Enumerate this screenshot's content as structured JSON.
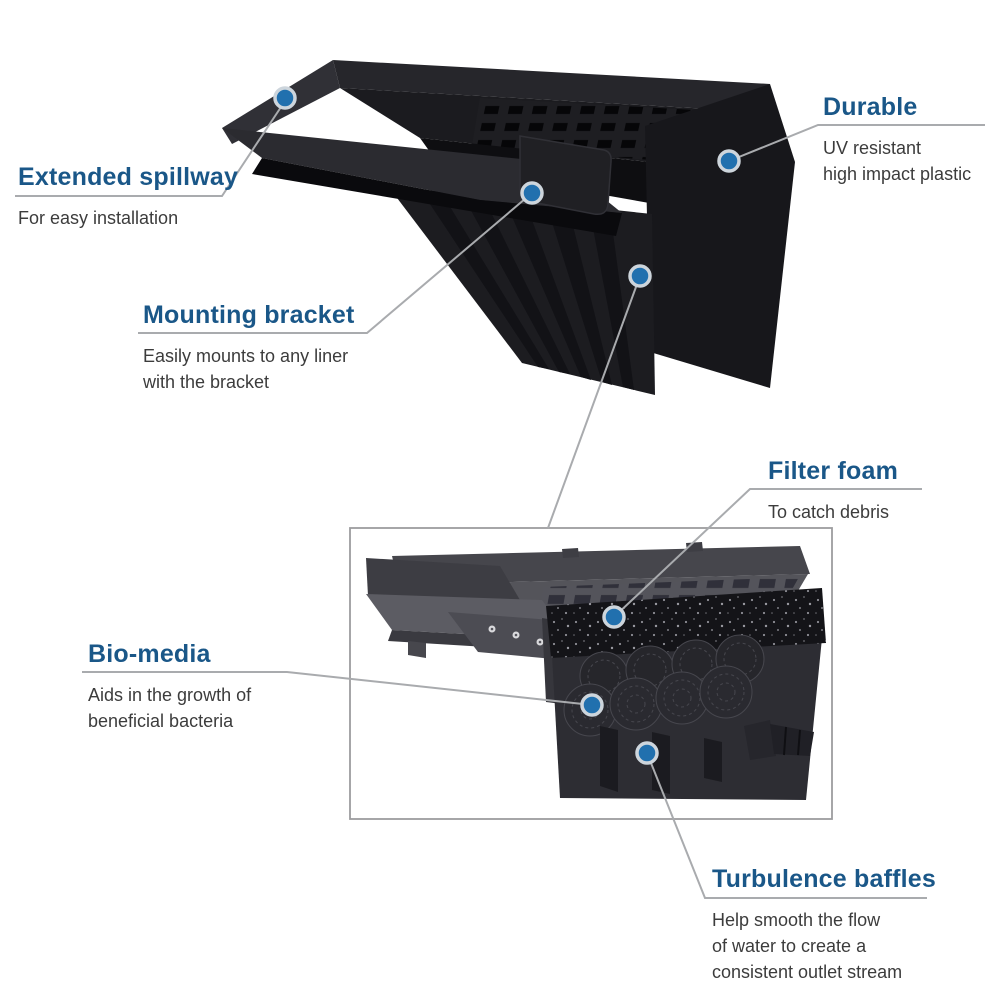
{
  "page": {
    "background": "#ffffff",
    "description_of_image": "Product feature diagram of a black pond waterfall spillway filter with an exterior photo view and a cutaway detail view connected by callout lines"
  },
  "colors": {
    "title_blue": "#1a5788",
    "desc_gray": "#3c3c3c",
    "line_gray": "#a9abae",
    "dot_blue": "#2170ae",
    "dot_ring": "#cdd5dc",
    "box_border": "#9c9c9e",
    "page_bg": "#ffffff"
  },
  "figures": {
    "main_view": "waterfall-spillway-filter-exterior",
    "detail_view": "waterfall-spillway-filter-cutaway"
  },
  "callouts": [
    {
      "id": "extended-spillway",
      "title": "Extended spillway",
      "description": "For easy installation"
    },
    {
      "id": "durable",
      "title": "Durable",
      "description": "UV resistant\nhigh impact plastic"
    },
    {
      "id": "mounting-bracket",
      "title": "Mounting bracket",
      "description": "Easily mounts to any liner\nwith the bracket"
    },
    {
      "id": "filter-foam",
      "title": "Filter foam",
      "description": "To catch debris"
    },
    {
      "id": "bio-media",
      "title": "Bio-media",
      "description": "Aids in the growth of\nbeneficial bacteria"
    },
    {
      "id": "turbulence-baffles",
      "title": "Turbulence baffles",
      "description": "Help smooth the flow\nof water to create a\nconsistent outlet stream"
    }
  ]
}
